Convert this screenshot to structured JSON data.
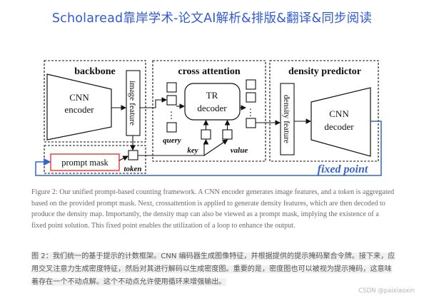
{
  "banner": "Scholaread靠岸学术-论文AI解析&排版&翻译&同步阅读",
  "diagram": {
    "backbone_title": "backbone",
    "cross_attention_title": "cross attention",
    "density_predictor_title": "density predictor",
    "cnn_encoder": [
      "CNN",
      "encoder"
    ],
    "image_feature": "image feature",
    "tr_decoder": [
      "TR",
      "decoder"
    ],
    "query": "query",
    "key": "key",
    "value": "value",
    "density_feature": "density feature",
    "cnn_decoder": [
      "CNN",
      "decoder"
    ],
    "prompt_mask": "prompt mask",
    "token": "token",
    "fixed_point": "fixed point",
    "dots": "⋮",
    "colors": {
      "red": "#e53935",
      "blue": "#3566c9",
      "dark": "#111111"
    }
  },
  "caption_en": "Figure 2: Our unified prompt-based counting framework. A CNN encoder generates image features, and a token is aggregated based on the provided prompt mask. Next, crossattention is applied to generate density features, which are then decoded to produce the density map. Importantly, the density map can also be viewed as a prompt mask, implying the existence of a fixed point solution. This fixed point enables the utilization of a loop to enhance the output.",
  "caption_zh": "图 2：我们统一的基于提示的计数框架。CNN 编码器生成图像特征，并根据提供的提示掩码聚合令牌。接下来，应用交叉注意力生成密度特征，然后对其进行解码以生成密度图。重要的是，密度图也可以被视为提示掩码，这意味着存在一个不动点解。这个不动点允许使用循环来增强输出。",
  "watermark": "CSDN @paixiaoxin"
}
